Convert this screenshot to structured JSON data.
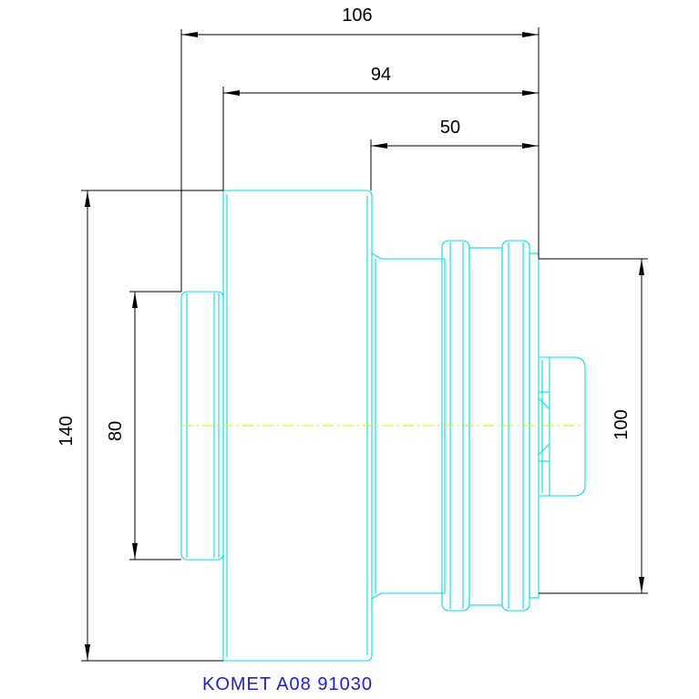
{
  "dimensions": {
    "overall_length": "106",
    "body_to_front": "94",
    "spigot_length": "50",
    "body_diameter": "140",
    "shank_diameter": "80",
    "flange_diameter": "100"
  },
  "caption": "KOMET A08 91030",
  "colors": {
    "outline": "#00e0e8",
    "dimension": "#000000",
    "centerline": "#e8e800",
    "caption": "#2020d8"
  }
}
